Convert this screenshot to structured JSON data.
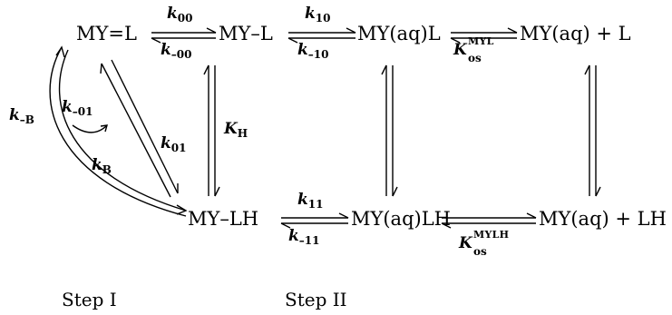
{
  "species": {
    "my_eq_l": "MY=L",
    "my_l": "MY–L",
    "my_aq_l": "MY(aq)L",
    "my_aq_plus_l": "MY(aq) + L",
    "my_lh": "MY–LH",
    "my_aq_lh": "MY(aq)LH",
    "my_aq_plus_lh": "MY(aq) + LH"
  },
  "rate_constants": {
    "k00": {
      "symbol": "k",
      "sub": "00"
    },
    "k_00": {
      "symbol": "k",
      "sub": "–00"
    },
    "k10": {
      "symbol": "k",
      "sub": "10"
    },
    "k_10": {
      "symbol": "k",
      "sub": "–10"
    },
    "k11": {
      "symbol": "k",
      "sub": "11"
    },
    "k_11": {
      "symbol": "k",
      "sub": "–11"
    },
    "k01": {
      "symbol": "k",
      "sub": "01"
    },
    "k_01": {
      "symbol": "k",
      "sub": "–01"
    },
    "kB": {
      "symbol": "k",
      "sub": "B"
    },
    "k_B": {
      "symbol": "k",
      "sub": "–B"
    },
    "KH": {
      "symbol": "K",
      "sub": "H"
    },
    "Kos_MYL": {
      "symbol": "K",
      "sub": "os",
      "sup": "MYL"
    },
    "Kos_MYLH": {
      "symbol": "K",
      "sub": "os",
      "sup": "MYLH"
    }
  },
  "steps": {
    "step1": "Step I",
    "step2": "Step II"
  }
}
